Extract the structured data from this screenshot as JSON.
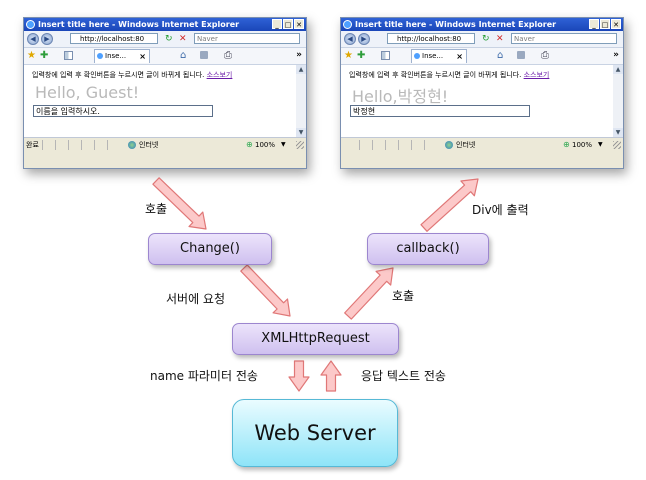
{
  "browser_left": {
    "title": "Insert title here - Windows Internet Explorer",
    "url": "http://localhost:80",
    "search_placeholder": "Naver",
    "tab_label": "Inse...",
    "description": "입력창에 입력 후 확인버튼을 누르시면 글이 바뀌게 됩니다.",
    "source_link": "소스보기",
    "greeting": "Hello, Guest!",
    "input_value": "이름을 입력하시오.",
    "status_text": "완료",
    "zone_text": "인터넷",
    "zoom_text": "100%"
  },
  "browser_right": {
    "title": "Insert title here - Windows Internet Explorer",
    "url": "http://localhost:80",
    "search_placeholder": "Naver",
    "tab_label": "Inse...",
    "description": "입력창에 입력 후 확인버튼을 누르시면 글이 바뀌게 됩니다.",
    "source_link": "소스보기",
    "greeting": "Hello,박정현!",
    "input_value": "박정현",
    "status_text": "",
    "zone_text": "인터넷",
    "zoom_text": "100%"
  },
  "flow": {
    "change_label": "Change()",
    "callback_label": "callback()",
    "xhr_label": "XMLHttpRequest",
    "server_label": "Web Server",
    "call_label_1": "호출",
    "request_label": "서버에 요청",
    "call_label_2": "호출",
    "output_label": "Div에 출력",
    "send_label": "name 파라미터 전송",
    "response_label": "응답 텍스트 전송"
  },
  "colors": {
    "arrow_fill": "#fcc9c9",
    "arrow_stroke": "#e07777",
    "box_purple": "#cfc0ef",
    "box_cyan": "#8ee4f8"
  }
}
